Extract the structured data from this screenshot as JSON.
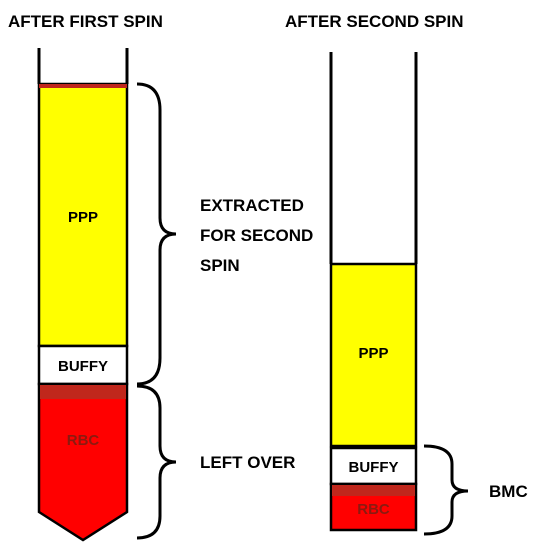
{
  "colors": {
    "plasma": "#ffff00",
    "rbc": "#ff0000",
    "rbc_top": "#c0271c",
    "buffy": "#ffffff",
    "rbc_text": "#8b1a10",
    "outline": "#000000"
  },
  "tube1": {
    "title": "AFTER FIRST SPIN",
    "ppp_label": "PPP",
    "buffy_label": "BUFFY",
    "rbc_label": "RBC",
    "upper_bracket_label": [
      "EXTRACTED",
      "FOR SECOND",
      "SPIN"
    ],
    "lower_bracket_label": "LEFT OVER"
  },
  "tube2": {
    "title": "AFTER SECOND SPIN",
    "ppp_label": "PPP",
    "buffy_label": "BUFFY",
    "rbc_label": "RBC",
    "bracket_label": "BMC"
  }
}
